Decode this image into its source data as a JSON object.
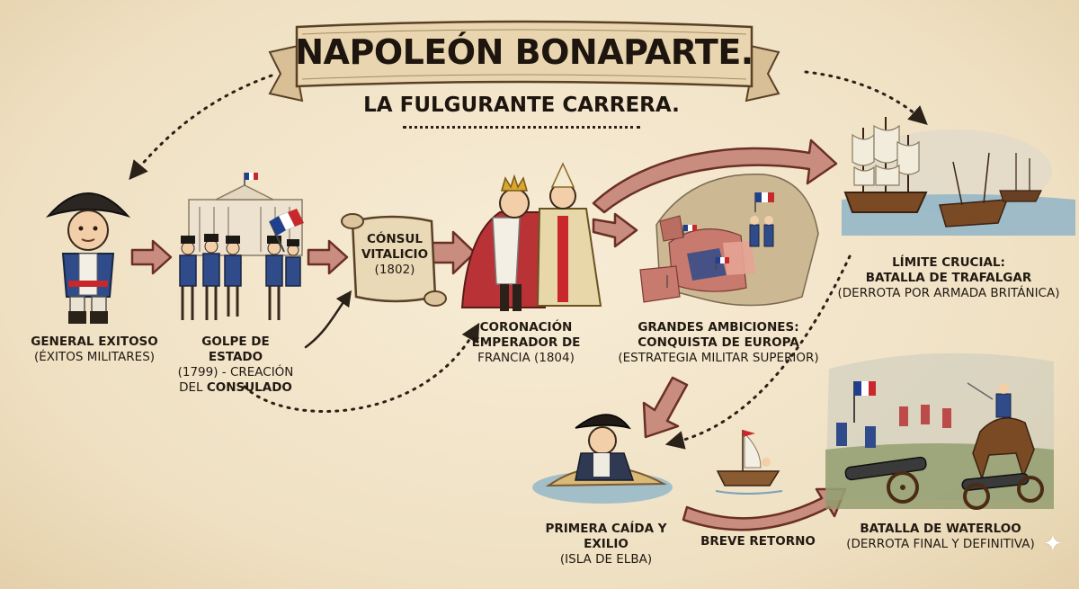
{
  "title": "NAPOLEÓN BONAPARTE.",
  "subtitle": "LA FULGURANTE CARRERA.",
  "nodes": {
    "general": {
      "title": "GENERAL EXITOSO",
      "detail": "(ÉXITOS MILITARES)"
    },
    "golpe": {
      "title": "GOLPE DE ESTADO",
      "detail_1": "(1799) - CREACIÓN",
      "detail_2_prefix": "DEL ",
      "detail_2_bold": "CONSULADO"
    },
    "consul": {
      "line_1": "CÓNSUL",
      "line_2": "VITALICIO",
      "line_3": "(1802)"
    },
    "coronacion": {
      "line_1": "CORONACIÓN",
      "line_2": "EMPERADOR DE",
      "line_3": "FRANCIA (1804)"
    },
    "ambiciones": {
      "line_1": "GRANDES AMBICIONES:",
      "line_2": "CONQUISTA DE EUROPA",
      "detail": "(ESTRATEGIA MILITAR SUPERIOR)"
    },
    "trafalgar": {
      "line_1": "LÍMITE CRUCIAL:",
      "line_2": "BATALLA DE TRAFALGAR",
      "detail": "(DERROTA POR ARMADA BRITÁNICA)"
    },
    "exilio": {
      "title": "PRIMERA CAÍDA Y EXILIO",
      "detail": "(ISLA DE ELBA)"
    },
    "retorno": {
      "title": "BREVE RETORNO"
    },
    "waterloo": {
      "title": "BATALLA DE WATERLOO",
      "detail": "(DERROTA FINAL Y DEFINITIVA)"
    }
  },
  "colors": {
    "arrow_fill": "#c98d80",
    "arrow_stroke": "#6a2f26",
    "parchment": "#f3e7cf",
    "ink": "#2a2118",
    "french_blue": "#1f3f8f",
    "french_red": "#c8282c"
  }
}
